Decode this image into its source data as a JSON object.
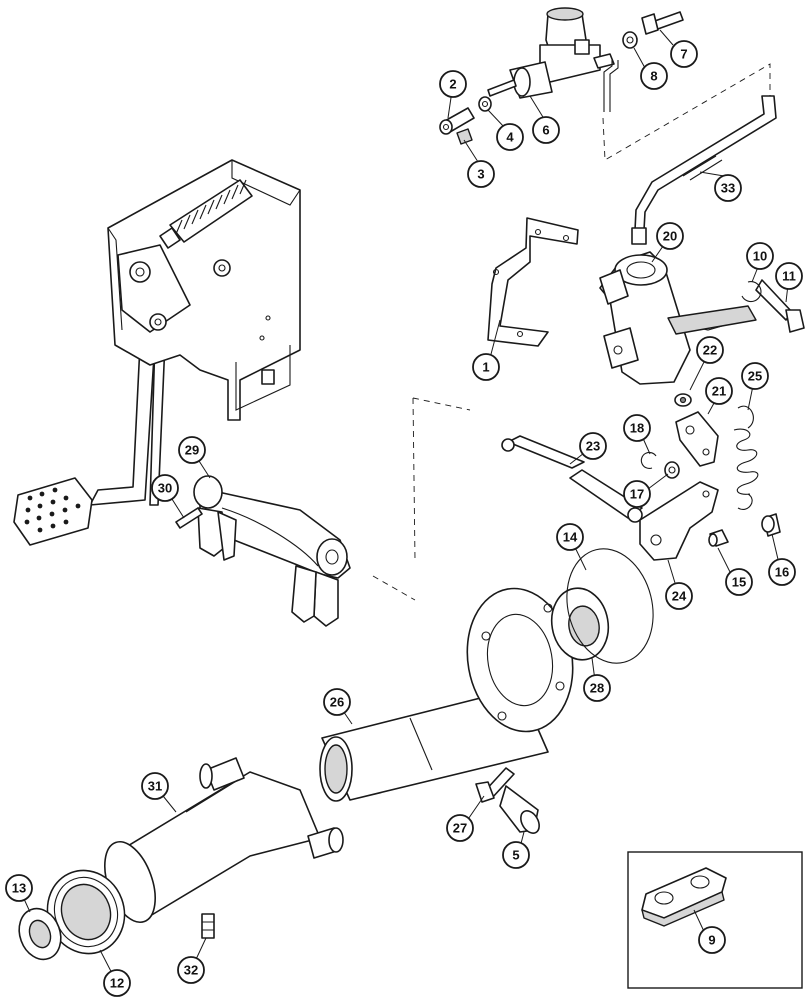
{
  "callouts": [
    {
      "id": "1",
      "label": "1"
    },
    {
      "id": "2",
      "label": "2"
    },
    {
      "id": "3",
      "label": "3"
    },
    {
      "id": "4",
      "label": "4"
    },
    {
      "id": "5",
      "label": "5"
    },
    {
      "id": "6",
      "label": "6"
    },
    {
      "id": "7",
      "label": "7"
    },
    {
      "id": "8",
      "label": "8"
    },
    {
      "id": "9",
      "label": "9"
    },
    {
      "id": "10",
      "label": "10"
    },
    {
      "id": "11",
      "label": "11"
    },
    {
      "id": "12",
      "label": "12"
    },
    {
      "id": "13",
      "label": "13"
    },
    {
      "id": "14",
      "label": "14"
    },
    {
      "id": "15",
      "label": "15"
    },
    {
      "id": "16",
      "label": "16"
    },
    {
      "id": "17",
      "label": "17"
    },
    {
      "id": "18",
      "label": "18"
    },
    {
      "id": "20",
      "label": "20"
    },
    {
      "id": "21",
      "label": "21"
    },
    {
      "id": "22",
      "label": "22"
    },
    {
      "id": "23",
      "label": "23"
    },
    {
      "id": "24",
      "label": "24"
    },
    {
      "id": "25",
      "label": "25"
    },
    {
      "id": "26",
      "label": "26"
    },
    {
      "id": "27",
      "label": "27"
    },
    {
      "id": "28",
      "label": "28"
    },
    {
      "id": "29",
      "label": "29"
    },
    {
      "id": "30",
      "label": "30"
    },
    {
      "id": "31",
      "label": "31"
    },
    {
      "id": "32",
      "label": "32"
    },
    {
      "id": "33",
      "label": "33"
    }
  ]
}
